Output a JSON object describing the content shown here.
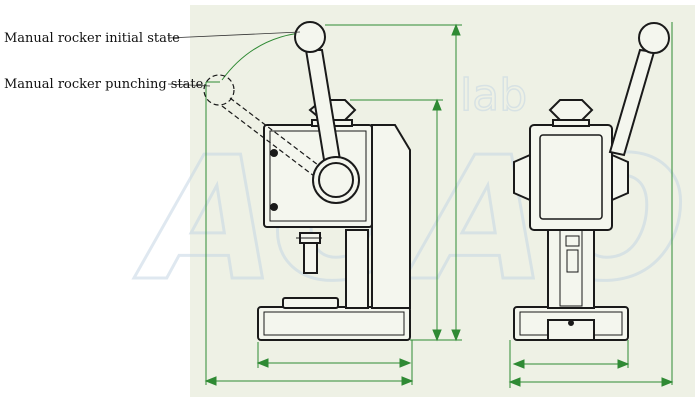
{
  "labels": {
    "initial_state": "Manual rocker initial state",
    "punching_state": "Manual rocker punching state"
  },
  "watermark": "AOAO lab",
  "colors": {
    "drawing_area_bg": "#eef1e5",
    "outline": "#1a1a1a",
    "dimension": "#2f8a34",
    "leader": "#333333",
    "watermark": "#c6d6e4"
  }
}
